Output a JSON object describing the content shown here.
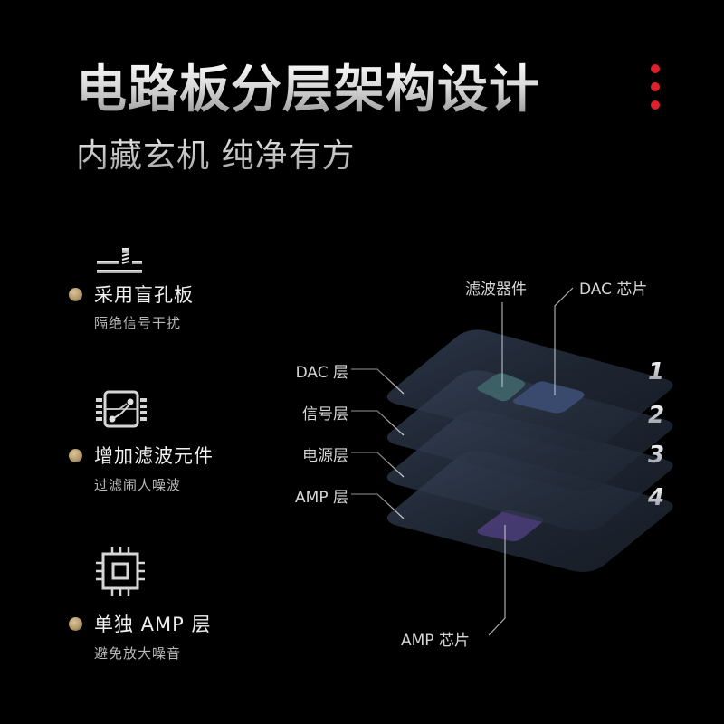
{
  "header": {
    "title": "电路板分层架构设计",
    "subtitle": "内藏玄机 纯净有方",
    "menu_icon": "three-dots-vertical-icon",
    "accent_color": "#e0202c"
  },
  "features": [
    {
      "icon": "blind-via-board-icon",
      "title": "采用盲孔板",
      "desc": "隔绝信号干扰"
    },
    {
      "icon": "circuit-chip-icon",
      "title": "增加滤波元件",
      "desc": "过滤闹人噪波"
    },
    {
      "icon": "processor-chip-icon",
      "title": "单独 AMP 层",
      "desc": "避免放大噪音"
    }
  ],
  "diagram": {
    "layer_labels": [
      "DAC 层",
      "信号层",
      "电源层",
      "AMP 层"
    ],
    "layer_numbers": [
      "1",
      "2",
      "3",
      "4"
    ],
    "component_labels": {
      "filter": "滤波器件",
      "dac_chip": "DAC 芯片",
      "amp_chip": "AMP 芯片"
    },
    "colors": {
      "plate": "#2c3646",
      "filter_chip": "#3d5f66",
      "dac_chip": "#3a4a6e",
      "amp_chip": "#4a3d78",
      "bullet": "#c4ab7c"
    }
  }
}
